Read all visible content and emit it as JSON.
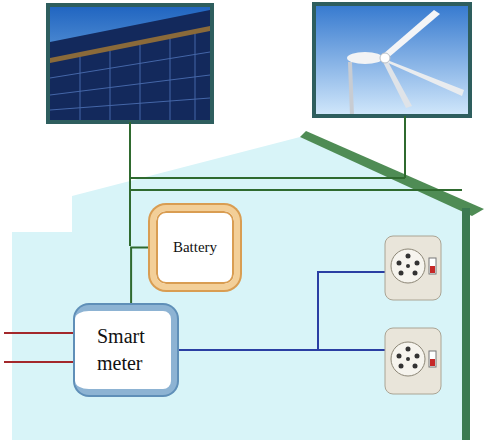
{
  "diagram": {
    "nodes": [
      {
        "text": [
          "Battery"
        ]
      },
      {
        "text": [
          "Smart meter"
        ]
      }
    ],
    "edges": [
      {
        "from": 0,
        "to": 1,
        "arrow": "none"
      }
    ]
  }
}
